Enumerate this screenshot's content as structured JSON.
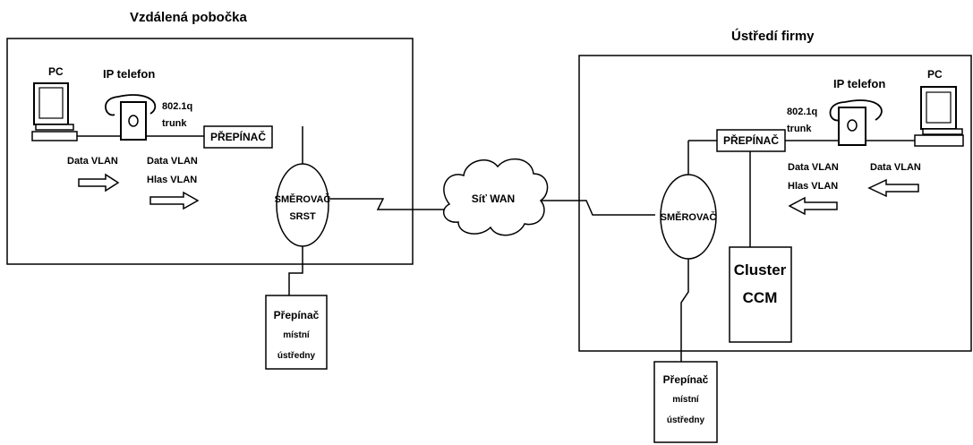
{
  "branch": {
    "title": "Vzdálená pobočka",
    "pc_label": "PC",
    "phone_label": "IP telefon",
    "trunk_label_1": "802.1q",
    "trunk_label_2": "trunk",
    "switch_label": "PŘEPÍNAČ",
    "data_vlan_label": "Data VLAN",
    "data_vlan_2": "Data VLAN",
    "voice_vlan": "Hlas VLAN",
    "router_label_1": "SMĚROVAČ",
    "router_label_2": "SRST",
    "pbx_label_1": "Přepínač",
    "pbx_label_2": "místní",
    "pbx_label_3": "ústředny"
  },
  "wan": {
    "label": "Síť WAN"
  },
  "hq": {
    "title": "Ústředí firmy",
    "pc_label": "PC",
    "phone_label": "IP telefon",
    "trunk_label_1": "802.1q",
    "trunk_label_2": "trunk",
    "switch_label": "PŘEPÍNAČ",
    "data_vlan_label": "Data VLAN",
    "data_vlan_2": "Data VLAN",
    "voice_vlan": "Hlas VLAN",
    "router_label": "SMĚROVAČ",
    "cluster_label_1": "Cluster",
    "cluster_label_2": "CCM",
    "pbx_label_1": "Přepínač",
    "pbx_label_2": "místní",
    "pbx_label_3": "ústředny"
  }
}
